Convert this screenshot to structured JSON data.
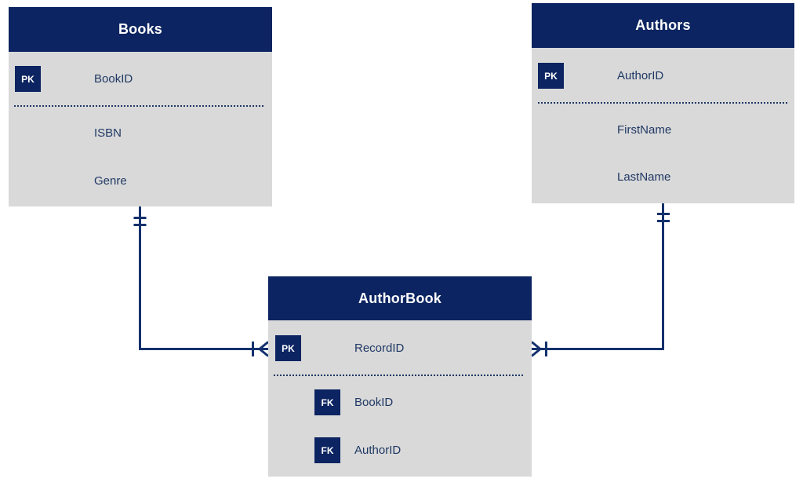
{
  "diagram": {
    "type": "entity-relationship",
    "colors": {
      "header_background": "#0c2461",
      "body_background": "#d9d9d9",
      "label_text": "#1f3864",
      "header_text": "#ffffff",
      "connector": "#14316d",
      "badge_background": "#0c2461",
      "badge_text": "#ffffff"
    }
  },
  "entities": {
    "books": {
      "title": "Books",
      "rows": [
        {
          "badge": "PK",
          "label": "BookID"
        },
        {
          "badge": "",
          "label": "ISBN"
        },
        {
          "badge": "",
          "label": "Genre"
        }
      ]
    },
    "authors": {
      "title": "Authors",
      "rows": [
        {
          "badge": "PK",
          "label": "AuthorID"
        },
        {
          "badge": "",
          "label": "FirstName"
        },
        {
          "badge": "",
          "label": "LastName"
        }
      ]
    },
    "author_book": {
      "title": "AuthorBook",
      "rows": [
        {
          "badge": "PK",
          "label": "RecordID"
        },
        {
          "badge": "FK",
          "label": "BookID"
        },
        {
          "badge": "FK",
          "label": "AuthorID"
        }
      ]
    }
  },
  "relationships": [
    {
      "parent": "Books",
      "child": "AuthorBook",
      "parent_cardinality": "one and only one",
      "child_cardinality": "one or many",
      "notation": "crow's foot"
    },
    {
      "parent": "Authors",
      "child": "AuthorBook",
      "parent_cardinality": "one and only one",
      "child_cardinality": "one or many",
      "notation": "crow's foot"
    }
  ]
}
